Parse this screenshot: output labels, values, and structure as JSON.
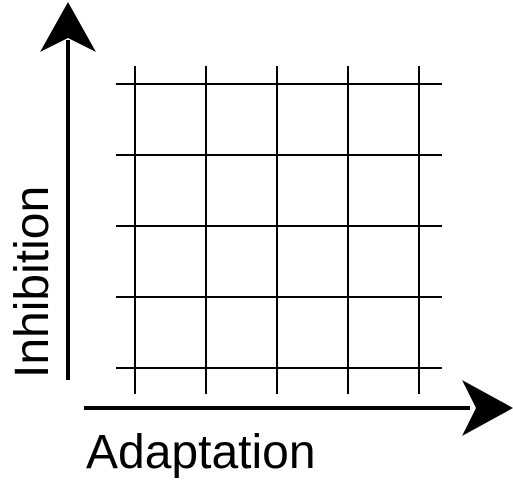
{
  "diagram": {
    "x_axis_label": "Adaptation",
    "y_axis_label": "Inhibition",
    "grid": {
      "columns": 5,
      "rows": 4
    },
    "colors": {
      "ink": "#000000",
      "background": "#ffffff"
    }
  }
}
